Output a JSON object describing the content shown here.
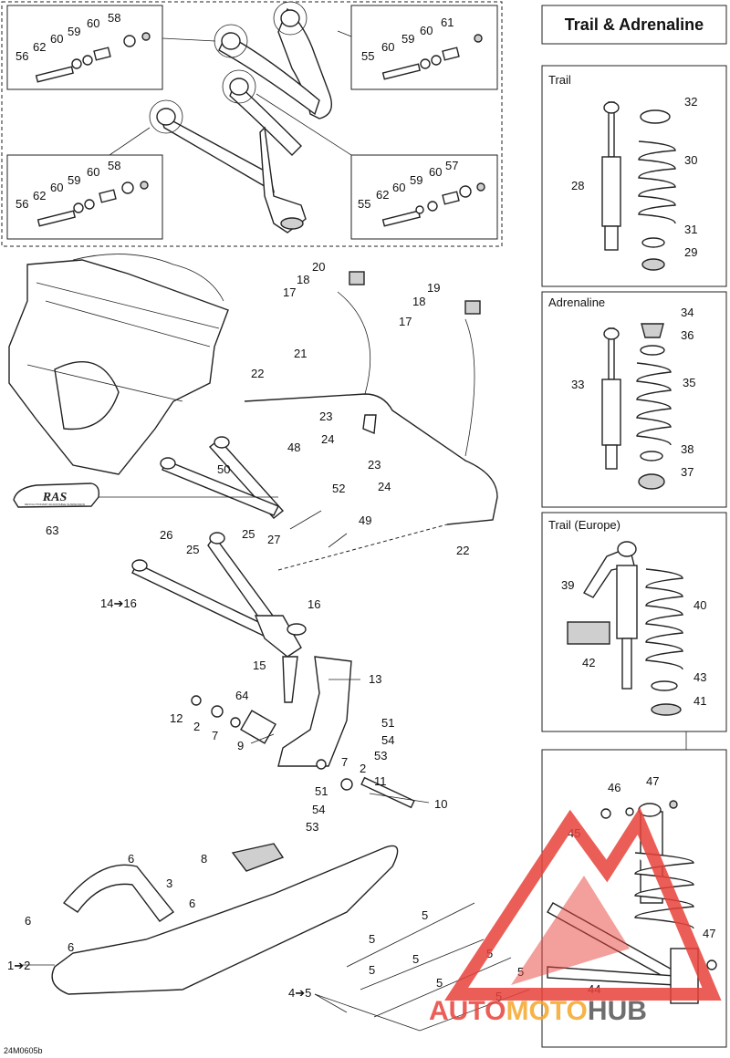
{
  "title": "Trail & Adrenaline",
  "drawing_code": "24M0605b",
  "panels": {
    "trail": "Trail",
    "adrenaline": "Adrenaline",
    "trail_europe": "Trail (Europe)"
  },
  "callouts": {
    "ul_56": "56",
    "ul_62": "62",
    "ul_60a": "60",
    "ul_59": "59",
    "ul_60b": "60",
    "ul_58": "58",
    "ur_55": "55",
    "ur_60a": "60",
    "ur_59": "59",
    "ur_60b": "60",
    "ur_61": "61",
    "ll_56": "56",
    "ll_62": "62",
    "ll_60a": "60",
    "ll_59": "59",
    "ll_60b": "60",
    "ll_58": "58",
    "lr_55": "55",
    "lr_62": "62",
    "lr_60a": "60",
    "lr_59": "59",
    "lr_60b": "60",
    "lr_57": "57",
    "c20": "20",
    "c18a": "18",
    "c17a": "17",
    "c19": "19",
    "c18b": "18",
    "c17b": "17",
    "c21": "21",
    "c22a": "22",
    "c23a": "23",
    "c24a": "24",
    "c23b": "23",
    "c24b": "24",
    "c48": "48",
    "c50": "50",
    "c52": "52",
    "c49": "49",
    "c22b": "22",
    "c63": "63",
    "c26": "26",
    "c25a": "25",
    "c27": "27",
    "c25b": "25",
    "c1416": "14➔16",
    "c16": "16",
    "c15": "15",
    "c13": "13",
    "c64": "64",
    "c12": "12",
    "c2a": "2",
    "c7a": "7",
    "c9": "9",
    "c51a": "51",
    "c54a": "54",
    "c53a": "53",
    "c7b": "7",
    "c2b": "2",
    "c11": "11",
    "c51b": "51",
    "c54b": "54",
    "c53b": "53",
    "c10": "10",
    "c8": "8",
    "c6a": "6",
    "c3": "3",
    "c6b": "6",
    "c6c": "6",
    "c6d": "6",
    "c12b": "1➔2",
    "c45": "4➔5",
    "c5a": "5",
    "c5b": "5",
    "c5c": "5",
    "c5d": "5",
    "c5e": "5",
    "c5f": "5",
    "c5g": "5",
    "c5h": "5",
    "c32": "32",
    "c30": "30",
    "c28": "28",
    "c31": "31",
    "c29": "29",
    "c34": "34",
    "c36": "36",
    "c33": "33",
    "c35": "35",
    "c38": "38",
    "c37": "37",
    "c39": "39",
    "c40": "40",
    "c42": "42",
    "c43": "43",
    "c41": "41",
    "c46": "46",
    "c47a": "47",
    "c45b": "45",
    "c47b": "47",
    "c44": "44"
  },
  "logo": {
    "letters": "RAS",
    "tagline": "REVOLUTIONARY ADJUSTABLE SUSPENSION"
  },
  "watermark": {
    "part1": "AUTO",
    "part2": "MOTO",
    "part3": "HUB",
    "color1": "#e8423a",
    "color2": "#f4a62a",
    "color3": "#555555"
  },
  "colors": {
    "line": "#222222",
    "background": "#ffffff"
  }
}
